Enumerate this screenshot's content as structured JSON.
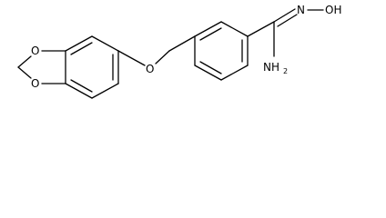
{
  "molecule": {
    "atoms": {
      "ring_o_top": "O",
      "ring_o_bottom": "O",
      "ether_o": "O",
      "oxime_n": "N",
      "oxime_oh": "OH",
      "amine": "NH",
      "amine_sub": "2"
    }
  },
  "colors": {
    "bond": "#000000",
    "text": "#000000",
    "background": "#ffffff"
  }
}
